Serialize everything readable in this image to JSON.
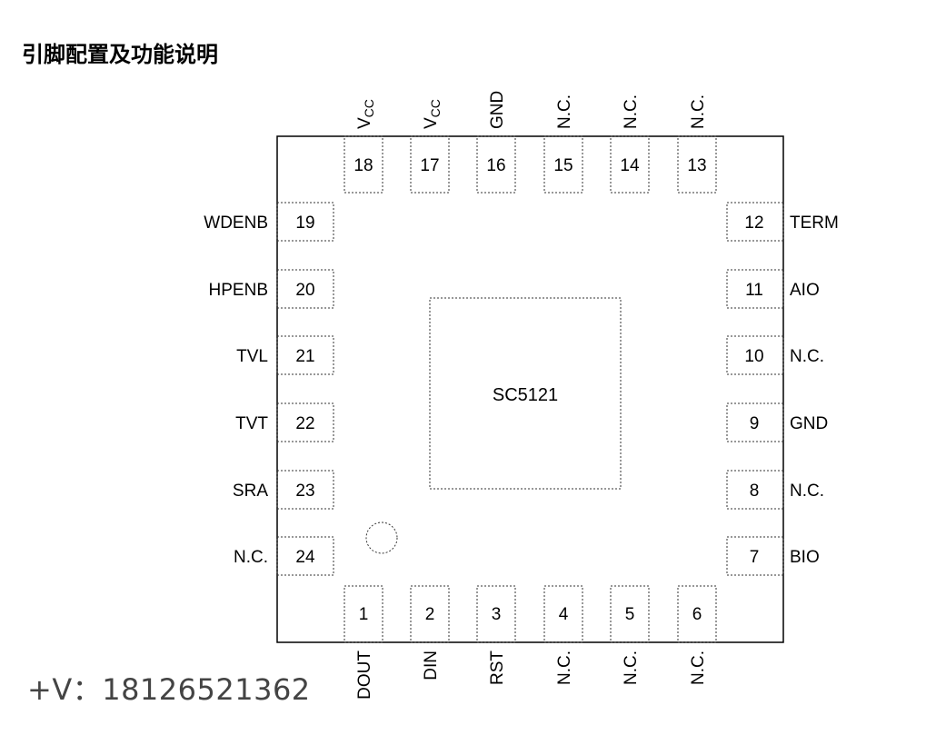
{
  "title": "引脚配置及功能说明",
  "contact": "+V：18126521362",
  "chip": {
    "name": "SC5121",
    "pins": {
      "top": [
        {
          "num": "18",
          "label": "VCC",
          "main": "V",
          "sub": "CC"
        },
        {
          "num": "17",
          "label": "VCC",
          "main": "V",
          "sub": "CC"
        },
        {
          "num": "16",
          "label": "GND"
        },
        {
          "num": "15",
          "label": "N.C."
        },
        {
          "num": "14",
          "label": "N.C."
        },
        {
          "num": "13",
          "label": "N.C."
        }
      ],
      "left": [
        {
          "num": "19",
          "label": "WDENB"
        },
        {
          "num": "20",
          "label": "HPENB"
        },
        {
          "num": "21",
          "label": "TVL"
        },
        {
          "num": "22",
          "label": "TVT"
        },
        {
          "num": "23",
          "label": "SRA"
        },
        {
          "num": "24",
          "label": "N.C."
        }
      ],
      "right": [
        {
          "num": "12",
          "label": "TERM"
        },
        {
          "num": "11",
          "label": "AIO"
        },
        {
          "num": "10",
          "label": "N.C."
        },
        {
          "num": "9",
          "label": "GND"
        },
        {
          "num": "8",
          "label": "N.C."
        },
        {
          "num": "7",
          "label": "BIO"
        }
      ],
      "bottom": [
        {
          "num": "1",
          "label": "DOUT"
        },
        {
          "num": "2",
          "label": "DIN"
        },
        {
          "num": "3",
          "label": "RST"
        },
        {
          "num": "4",
          "label": "N.C."
        },
        {
          "num": "5",
          "label": "N.C."
        },
        {
          "num": "6",
          "label": "N.C."
        }
      ]
    }
  }
}
